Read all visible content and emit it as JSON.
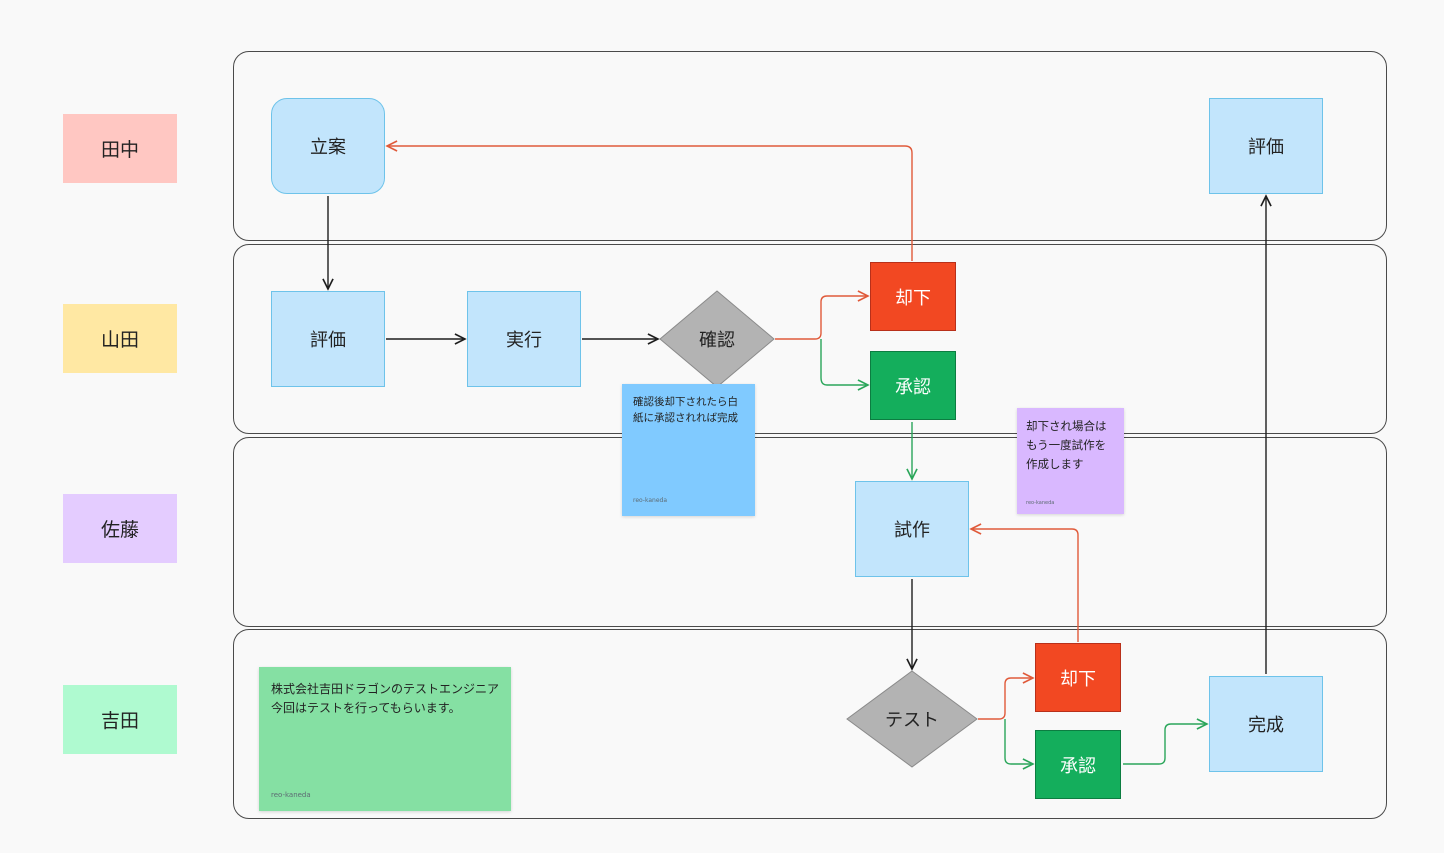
{
  "lanes": [
    {
      "label": "田中",
      "color": "#ffc7c2"
    },
    {
      "label": "山田",
      "color": "#ffe8a3"
    },
    {
      "label": "佐藤",
      "color": "#e4ccff"
    },
    {
      "label": "吉田",
      "color": "#affad0"
    }
  ],
  "nodes": {
    "plan": "立案",
    "eval_top": "評価",
    "eval": "評価",
    "execute": "実行",
    "confirm": "確認",
    "reject1": "却下",
    "approve1": "承認",
    "prototype": "試作",
    "test": "テスト",
    "reject2": "却下",
    "approve2": "承認",
    "complete": "完成"
  },
  "stickies": {
    "blue": {
      "text": "確認後却下されたら白紙に承認されれば完成",
      "author": "reo-kaneda",
      "color": "#80caff"
    },
    "purple": {
      "text": "却下され場合はもう一度試作を作成します",
      "author": "reo-kaneda",
      "color": "#d9b8ff"
    },
    "green": {
      "text": "株式会社吉田ドラゴンのテストエンジニア\n今回はテストを行ってもらいます。",
      "author": "reo-kaneda",
      "color": "#85e0a3"
    }
  },
  "colors": {
    "node_fill": "#c2e5fc",
    "node_border": "#6ec3ea",
    "reject": "#f24822",
    "approve": "#14ae5c",
    "decision": "#b3b3b3",
    "connector_black": "#1e1e1e",
    "connector_red": "#e05a3a",
    "connector_green": "#2aa65a"
  }
}
